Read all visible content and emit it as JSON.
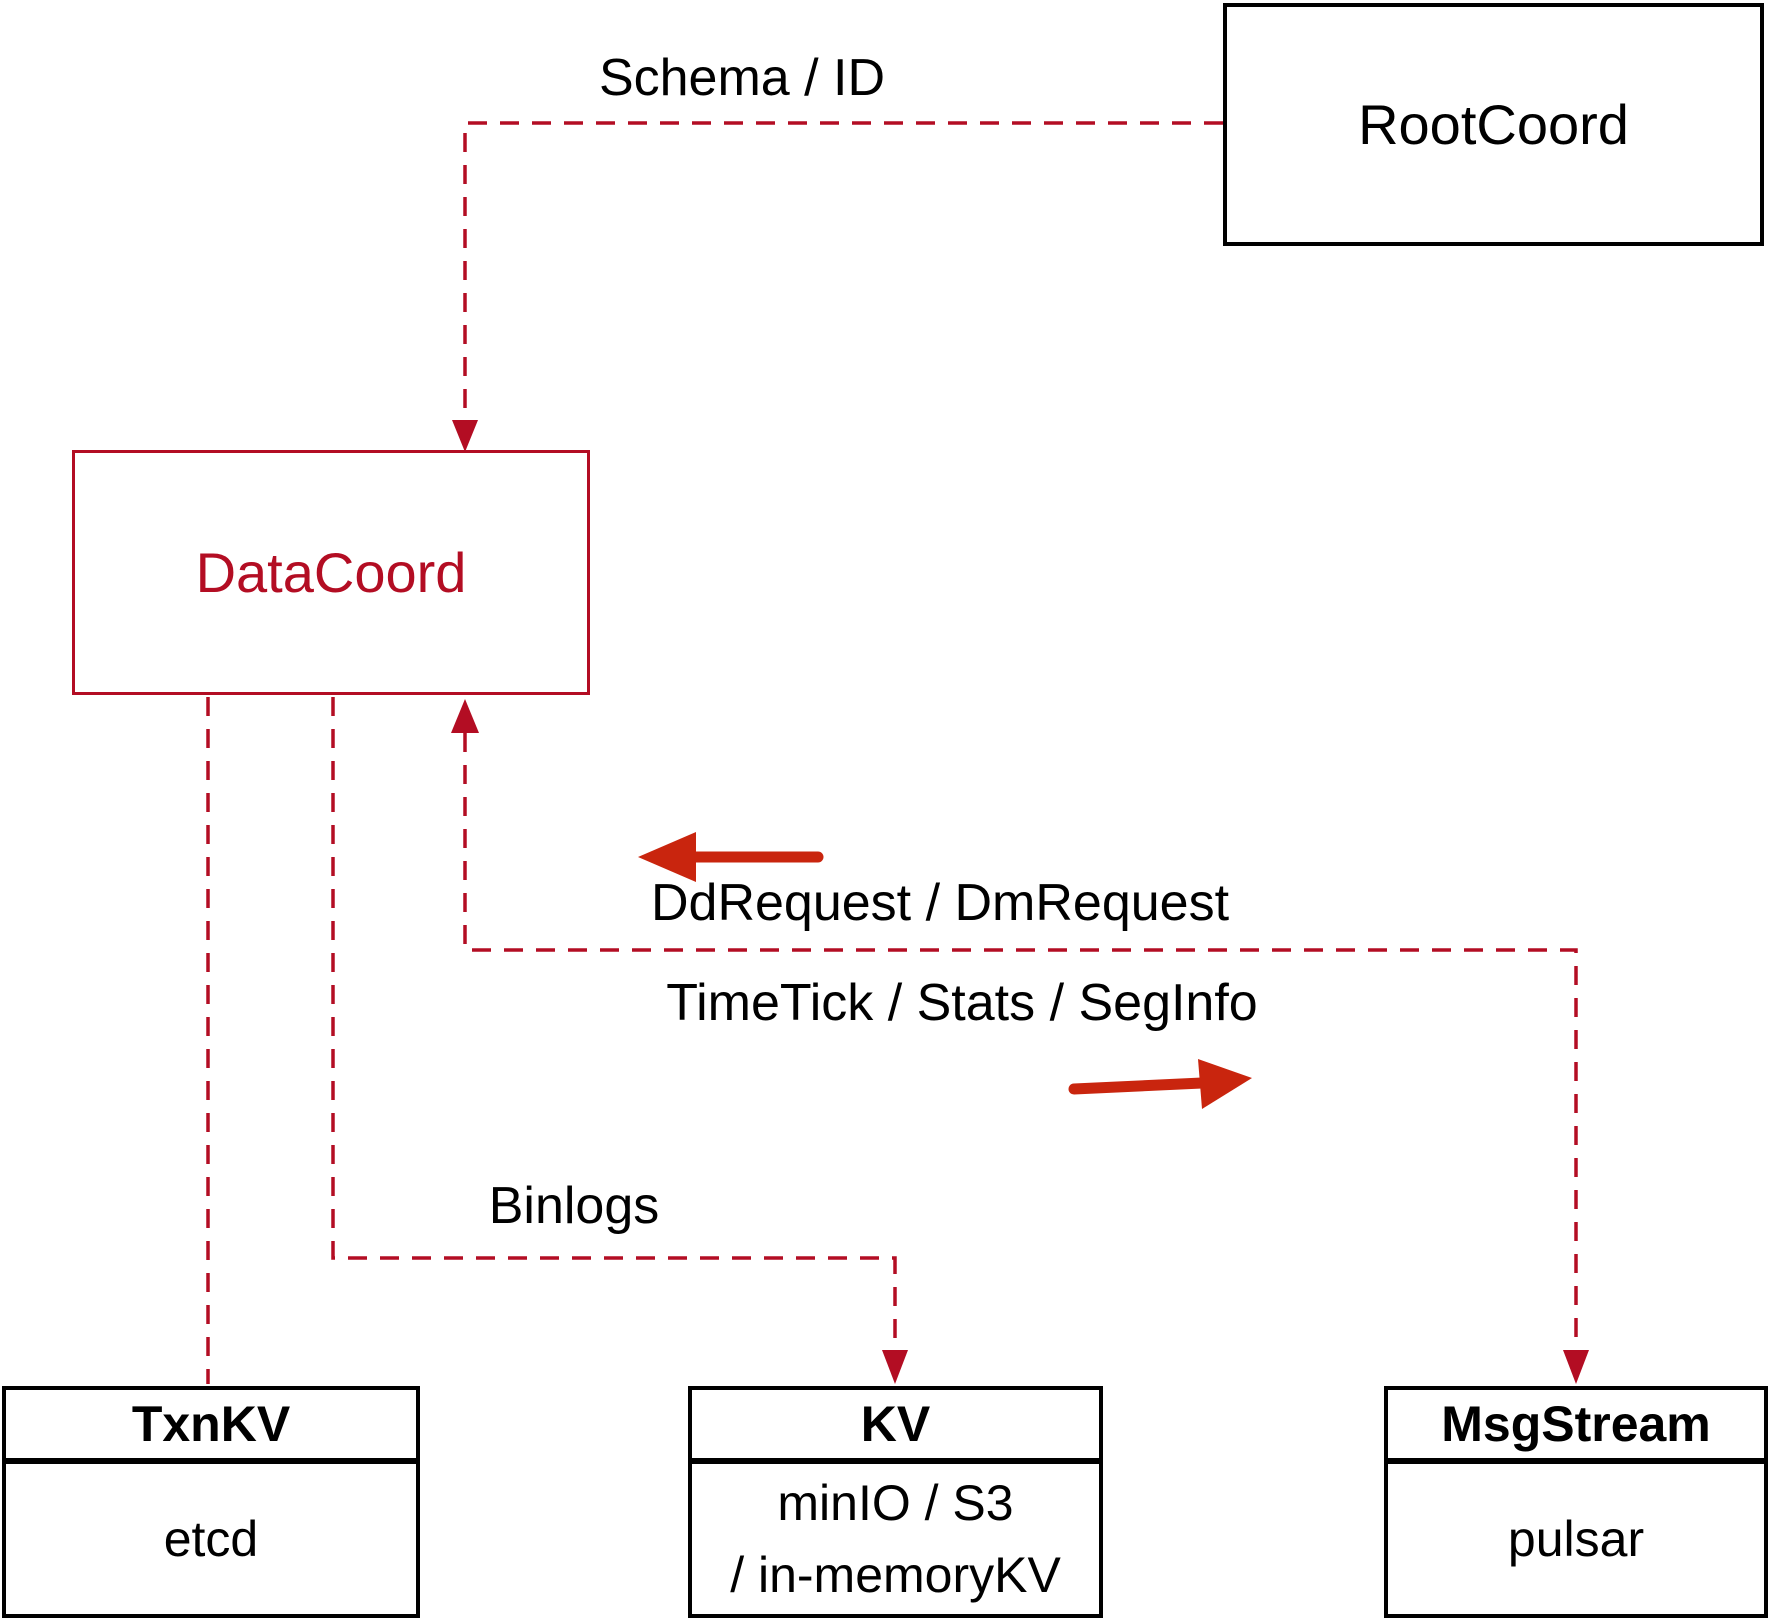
{
  "nodes": {
    "rootcoord": {
      "label": "RootCoord"
    },
    "datacoord": {
      "label": "DataCoord"
    },
    "txnkv": {
      "header": "TxnKV",
      "body": "etcd"
    },
    "kv": {
      "header": "KV",
      "body_line1": "minIO / S3",
      "body_line2": "/ in-memoryKV"
    },
    "msgstream": {
      "header": "MsgStream",
      "body": "pulsar"
    }
  },
  "edge_labels": {
    "schema_id": "Schema / ID",
    "dd_dm_request": "DdRequest / DmRequest",
    "timetick_stats_seginfo": "TimeTick / Stats / SegInfo",
    "binlogs": "Binlogs"
  },
  "colors": {
    "dashed_line": "#b30d23",
    "solid_arrow": "#c9250e",
    "datacoord_accent": "#b30d23",
    "box_border": "#000000",
    "background": "#ffffff",
    "label_text": "#000000"
  }
}
